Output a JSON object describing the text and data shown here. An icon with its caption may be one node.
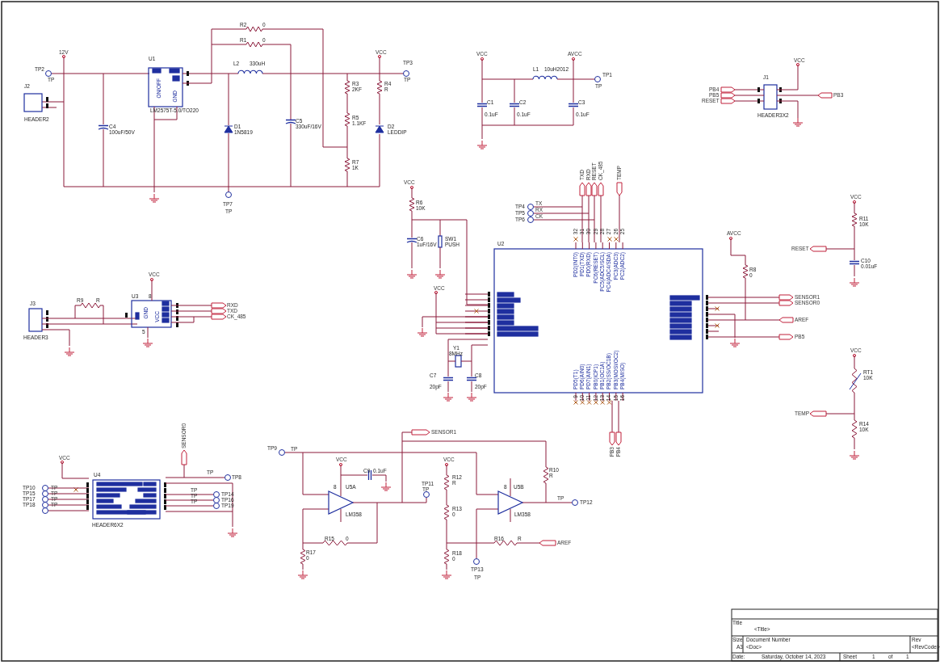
{
  "diagram": {
    "labels": [
      "R2",
      "0",
      "R1",
      "0",
      "12V",
      "U1",
      "L2",
      "330uH",
      "VCC",
      "TP3",
      "TP2",
      "TP",
      "TP",
      "ON/OFF",
      "GND",
      "R3",
      "2KF",
      "R4",
      "R",
      "J2",
      "LM2575T-5.0/TO220",
      "HEADER2",
      "C4",
      "100uF/50V",
      "C5",
      "330uF/16V",
      "R5",
      "1.1KF",
      "D1",
      "1N5819",
      "D2",
      "LEDDIP",
      "R7",
      "1K",
      "TP7",
      "TP",
      "VCC",
      "L1",
      "10uH2012",
      "AVCC",
      "TP1",
      "TP",
      "C1",
      "0.1uF",
      "C2",
      "0.1uF",
      "C3",
      "0.1uF",
      "J1",
      "VCC",
      "PB4",
      "PB5",
      "RESET",
      "PB3",
      "HEADER3X2",
      "TXD",
      "RXD",
      "RESET",
      "CK_485",
      "TEMP",
      "VCC",
      "R6",
      "10K",
      "TP4",
      "TX",
      "TP5",
      "RX",
      "TP6",
      "CK",
      "32",
      "31",
      "30",
      "29",
      "28",
      "27",
      "26",
      "25",
      "C6",
      "1uF/16V",
      "SW1",
      "PUSH",
      "U2",
      "PD2(INT0)",
      "PD1(TXD)",
      "PD0(RXD)",
      "PC6(RESET)",
      "PC5(ADC5/SCL)",
      "PC4(ADC4/SDA)",
      "PC3(ADC3)",
      "PC2(ADC2)",
      "VCC",
      "AVCC",
      "R8",
      "0",
      "SENSOR1",
      "SENSOR0",
      "AREF",
      "PB5",
      "VCC",
      "R11",
      "10K",
      "RESET",
      "C10",
      "0.01uF",
      "Y1",
      "8MHz",
      "PD5(T1)",
      "PD6(AIN0)",
      "PD7(AIN1)",
      "PB0(ICP1)",
      "PB1(OC1A)",
      "PB2(SS/OC1B)",
      "PB3(MOSI/OC2)",
      "PB4(MISO)",
      "9",
      "10",
      "11",
      "12",
      "13",
      "14",
      "15",
      "16",
      "C7",
      "20pF",
      "C8",
      "20pF",
      "VCC",
      "RT1",
      "10K",
      "TEMP",
      "R14",
      "10K",
      "PB3",
      "PB4",
      "VCC",
      "J3",
      "R9",
      "R",
      "U3",
      "8",
      "GND",
      "VCC",
      "RXD",
      "TXD",
      "CK_485",
      "5",
      "HEADER3",
      "SENSOR0",
      "VCC",
      "U4",
      "TP",
      "TP8",
      "TP10",
      "TP",
      "TP15",
      "TP",
      "TP17",
      "TP",
      "TP18",
      "TP",
      "TP",
      "TP14",
      "TP",
      "TP16",
      "TP",
      "TP19",
      "HEADER6X2",
      "SENSOR1",
      "TP9",
      "TP",
      "VCC",
      "C9",
      "0.1uF",
      "8",
      "U5A",
      "TP11",
      "TP",
      "VCC",
      "R12",
      "R",
      "8",
      "U5B",
      "R10",
      "R",
      "LM358",
      "R13",
      "0",
      "LM358",
      "TP",
      "TP12",
      "R15",
      "0",
      "R16",
      "R",
      "AREF",
      "R17",
      "0",
      "R18",
      "0",
      "TP13",
      "TP",
      "Title",
      "<Title>",
      "Size",
      "A3",
      "Document Number",
      "<Doc>",
      "Rev",
      "<RevCode>",
      "Date:",
      "Saturday, October 14, 2023",
      "Sheet",
      "1",
      "of",
      "1"
    ]
  }
}
